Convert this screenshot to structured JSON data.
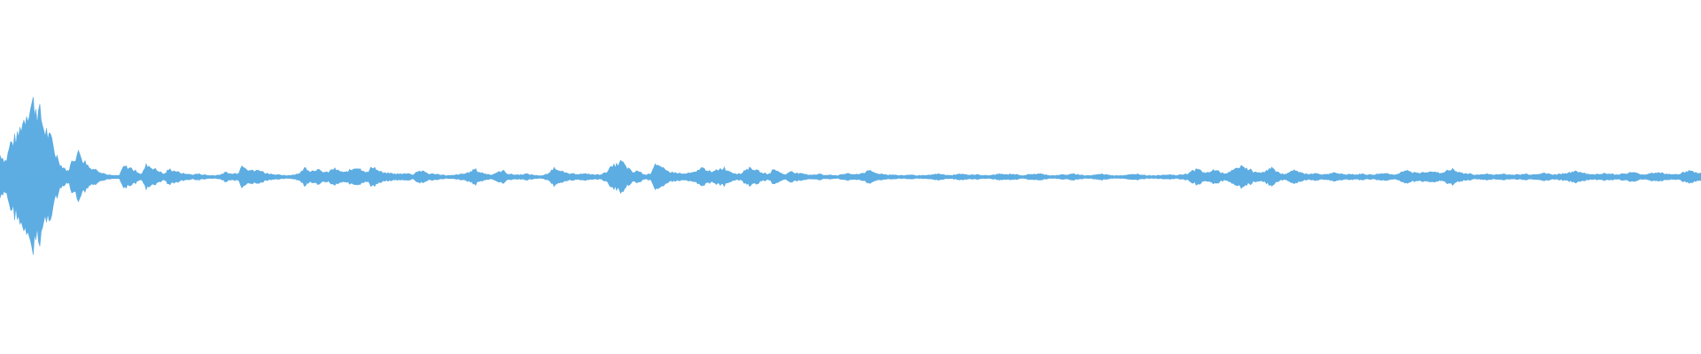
{
  "waveform": {
    "color": "#5DADE2",
    "background": "#FFFFFF",
    "envelope": [
      0.3,
      0.22,
      0.46,
      0.52,
      0.74,
      0.92,
      0.99,
      0.84,
      0.62,
      0.5,
      0.28,
      0.14,
      0.08,
      0.24,
      0.32,
      0.2,
      0.12,
      0.1,
      0.06,
      0.03,
      0.02,
      0.02,
      0.14,
      0.12,
      0.08,
      0.04,
      0.16,
      0.12,
      0.08,
      0.04,
      0.1,
      0.08,
      0.05,
      0.04,
      0.03,
      0.04,
      0.03,
      0.02,
      0.02,
      0.03,
      0.06,
      0.04,
      0.05,
      0.16,
      0.1,
      0.08,
      0.09,
      0.05,
      0.04,
      0.03,
      0.02,
      0.02,
      0.03,
      0.05,
      0.12,
      0.08,
      0.1,
      0.07,
      0.06,
      0.11,
      0.08,
      0.06,
      0.09,
      0.13,
      0.1,
      0.06,
      0.14,
      0.08,
      0.05,
      0.05,
      0.04,
      0.04,
      0.05,
      0.03,
      0.08,
      0.07,
      0.04,
      0.04,
      0.03,
      0.02,
      0.02,
      0.03,
      0.04,
      0.06,
      0.1,
      0.06,
      0.04,
      0.03,
      0.06,
      0.08,
      0.04,
      0.03,
      0.03,
      0.04,
      0.03,
      0.02,
      0.02,
      0.04,
      0.12,
      0.1,
      0.05,
      0.04,
      0.04,
      0.04,
      0.04,
      0.03,
      0.03,
      0.05,
      0.12,
      0.16,
      0.2,
      0.12,
      0.06,
      0.08,
      0.03,
      0.04,
      0.18,
      0.12,
      0.08,
      0.06,
      0.05,
      0.04,
      0.05,
      0.06,
      0.12,
      0.1,
      0.06,
      0.1,
      0.12,
      0.08,
      0.05,
      0.04,
      0.1,
      0.12,
      0.08,
      0.05,
      0.04,
      0.1,
      0.06,
      0.03,
      0.08,
      0.05,
      0.04,
      0.03,
      0.03,
      0.04,
      0.02,
      0.03,
      0.02,
      0.03,
      0.05,
      0.03,
      0.04,
      0.06,
      0.08,
      0.05,
      0.04,
      0.03,
      0.03,
      0.02,
      0.02,
      0.03,
      0.02,
      0.02,
      0.02,
      0.03,
      0.04,
      0.03,
      0.02,
      0.03,
      0.04,
      0.03,
      0.03,
      0.03,
      0.02,
      0.02,
      0.03,
      0.04,
      0.03,
      0.04,
      0.03,
      0.02,
      0.03,
      0.04,
      0.04,
      0.03,
      0.02,
      0.02,
      0.03,
      0.03,
      0.04,
      0.03,
      0.02,
      0.02,
      0.03,
      0.04,
      0.03,
      0.02,
      0.02,
      0.02,
      0.03,
      0.04,
      0.03,
      0.02,
      0.02,
      0.02,
      0.03,
      0.03,
      0.02,
      0.03,
      0.04,
      0.08,
      0.1,
      0.06,
      0.06,
      0.1,
      0.06,
      0.04,
      0.08,
      0.12,
      0.14,
      0.1,
      0.06,
      0.06,
      0.08,
      0.12,
      0.06,
      0.04,
      0.05,
      0.1,
      0.06,
      0.04,
      0.04,
      0.05,
      0.03,
      0.04,
      0.06,
      0.04,
      0.03,
      0.04,
      0.03,
      0.04,
      0.03,
      0.03,
      0.04,
      0.05,
      0.04,
      0.03,
      0.06,
      0.08,
      0.06,
      0.05,
      0.06,
      0.08,
      0.06,
      0.05,
      0.08,
      0.1,
      0.06,
      0.05,
      0.04,
      0.03,
      0.03,
      0.04,
      0.03,
      0.03,
      0.04,
      0.03,
      0.03,
      0.03,
      0.04,
      0.03,
      0.04,
      0.05,
      0.04,
      0.03,
      0.04,
      0.05,
      0.06,
      0.07,
      0.06,
      0.04,
      0.03,
      0.04,
      0.05,
      0.04,
      0.03,
      0.04,
      0.05,
      0.06,
      0.04,
      0.03,
      0.05,
      0.06,
      0.05,
      0.04,
      0.03,
      0.04,
      0.06,
      0.08,
      0.06,
      0.05
    ]
  }
}
